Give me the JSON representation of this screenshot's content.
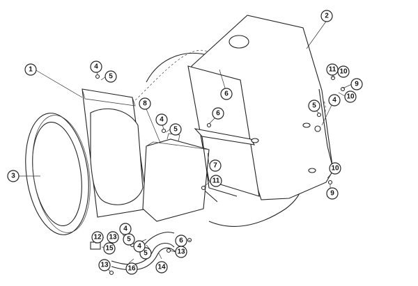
{
  "callouts": [
    {
      "id": "c1",
      "label": "1"
    },
    {
      "id": "c2",
      "label": "2"
    },
    {
      "id": "c3",
      "label": "3"
    },
    {
      "id": "c4a",
      "label": "4"
    },
    {
      "id": "c5a",
      "label": "5"
    },
    {
      "id": "c6a",
      "label": "6"
    },
    {
      "id": "c8",
      "label": "8"
    },
    {
      "id": "c4b",
      "label": "4"
    },
    {
      "id": "c5b",
      "label": "5"
    },
    {
      "id": "c6b",
      "label": "6"
    },
    {
      "id": "c11a",
      "label": "11"
    },
    {
      "id": "c10a",
      "label": "10"
    },
    {
      "id": "c9a",
      "label": "9"
    },
    {
      "id": "c10b",
      "label": "10"
    },
    {
      "id": "c5c",
      "label": "5"
    },
    {
      "id": "c4c",
      "label": "4"
    },
    {
      "id": "c7",
      "label": "7"
    },
    {
      "id": "c11b",
      "label": "11"
    },
    {
      "id": "c10c",
      "label": "10"
    },
    {
      "id": "c9b",
      "label": "9"
    },
    {
      "id": "c12",
      "label": "12"
    },
    {
      "id": "c13a",
      "label": "13"
    },
    {
      "id": "c4d",
      "label": "4"
    },
    {
      "id": "c5d",
      "label": "5"
    },
    {
      "id": "c15",
      "label": "15"
    },
    {
      "id": "c5e",
      "label": "5"
    },
    {
      "id": "c4e",
      "label": "4"
    },
    {
      "id": "c6c",
      "label": "6"
    },
    {
      "id": "c13b",
      "label": "13"
    },
    {
      "id": "c13c",
      "label": "13"
    },
    {
      "id": "c16",
      "label": "16"
    },
    {
      "id": "c14",
      "label": "14"
    }
  ]
}
